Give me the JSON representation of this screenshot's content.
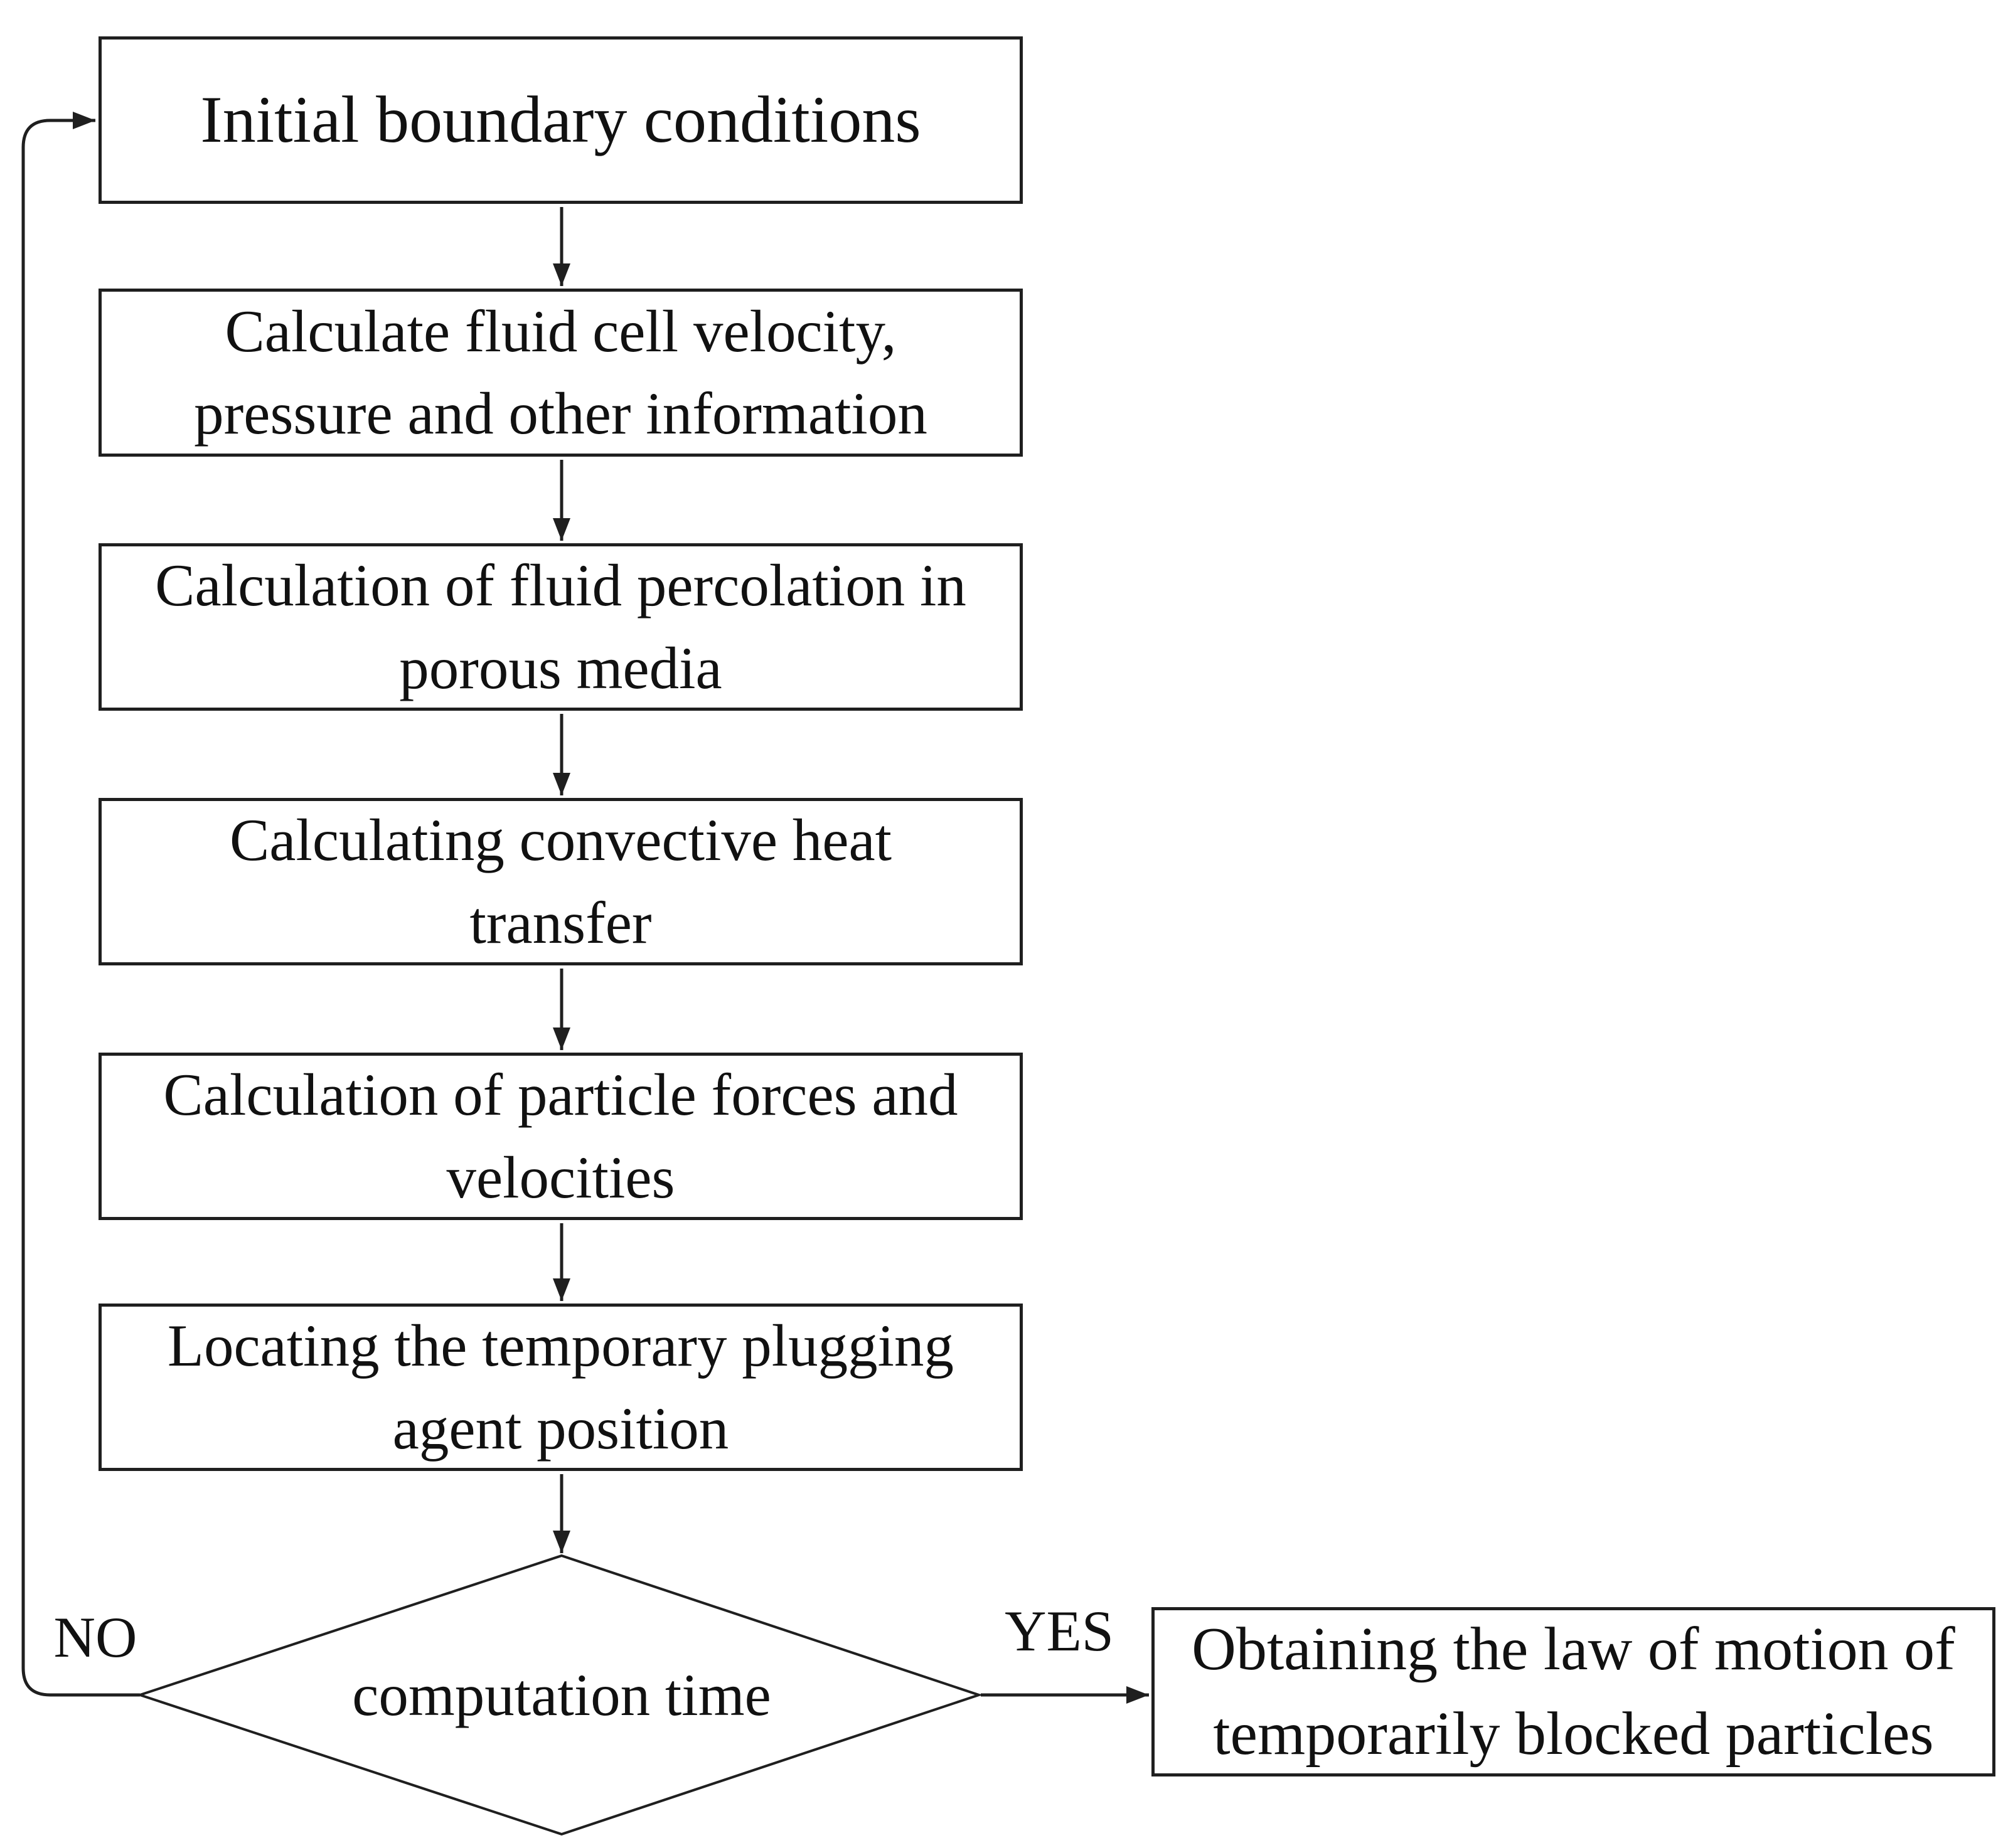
{
  "flow": {
    "steps": [
      {
        "id": "initial-boundary-conditions",
        "lines": [
          "Initial boundary conditions"
        ]
      },
      {
        "id": "fluid-cell-velocity",
        "lines": [
          "Calculate fluid cell velocity,",
          "pressure and other information"
        ]
      },
      {
        "id": "fluid-percolation",
        "lines": [
          "Calculation of fluid percolation in",
          "porous media"
        ]
      },
      {
        "id": "convective-heat-transfer",
        "lines": [
          "Calculating convective heat",
          "transfer"
        ]
      },
      {
        "id": "particle-forces",
        "lines": [
          "Calculation of particle forces and",
          "velocities"
        ]
      },
      {
        "id": "plugging-agent-position",
        "lines": [
          "Locating the temporary plugging",
          "agent position"
        ]
      }
    ],
    "decision": {
      "label": "computation time",
      "no_label": "NO",
      "yes_label": "YES"
    },
    "result": {
      "lines": [
        "Obtaining the law of motion of",
        "temporarily blocked particles"
      ]
    },
    "colors": {
      "line": "#1f1f1f",
      "text": "#111111",
      "background": "#ffffff"
    }
  }
}
